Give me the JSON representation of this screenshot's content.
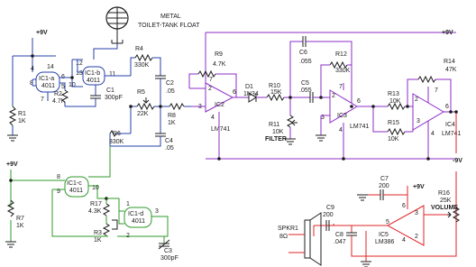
{
  "colors": {
    "oscillator_wiring": "#2440a8",
    "filter_wiring": "#8c2cc6",
    "timer_wiring": "#2f9a2a",
    "amplifier_wiring": "#e0242a",
    "components": "#1c1c1c"
  },
  "float_switch": {
    "label_line1": "METAL",
    "label_line2": "TOILET-TANK FLOAT"
  },
  "supply": {
    "pos9v": "+9V",
    "neg9v": "-9V"
  },
  "gates": {
    "ic1a": {
      "ref": "IC1-a",
      "part": "4011",
      "pins": [
        "4",
        "8",
        "14",
        "7",
        "6",
        "5"
      ]
    },
    "ic1b": {
      "ref": "IC1-b",
      "part": "4011",
      "pins": [
        "12",
        "13",
        "10",
        "11"
      ]
    },
    "ic1c": {
      "ref": "IC1-c",
      "part": "4011",
      "pins": [
        "8",
        "9",
        "10"
      ]
    },
    "ic1d": {
      "ref": "IC1-d",
      "part": "4011",
      "pins": [
        "1",
        "2",
        "3"
      ]
    }
  },
  "opamps": {
    "ic2": {
      "ref": "IC2",
      "part": "LM741",
      "pins": [
        "2",
        "3",
        "6",
        "7",
        "4"
      ]
    },
    "ic3": {
      "ref": "IC3",
      "part": "LM741",
      "pins": [
        "2",
        "3",
        "6",
        "7",
        "4"
      ]
    },
    "ic4": {
      "ref": "IC4",
      "part": "LM741",
      "pins": [
        "2",
        "3",
        "6",
        "7",
        "4"
      ]
    },
    "ic5": {
      "ref": "IC5",
      "part": "LM386",
      "pins": [
        "3",
        "2",
        "5",
        "6",
        "4"
      ]
    }
  },
  "components": {
    "r1": {
      "ref": "R1",
      "value": "1K"
    },
    "r2": {
      "ref": "R2",
      "value": "4.7K"
    },
    "r3": {
      "ref": "R3",
      "value": "1K"
    },
    "r4": {
      "ref": "R4",
      "value": "330K"
    },
    "r5": {
      "ref": "R5",
      "value": "22K"
    },
    "r6": {
      "ref": "R6",
      "value": "330K"
    },
    "r7": {
      "ref": "R7",
      "value": "1K"
    },
    "r8": {
      "ref": "R8",
      "value": "1K"
    },
    "r9": {
      "ref": "R9",
      "value": "4.7K"
    },
    "r10": {
      "ref": "R10",
      "value": "15K"
    },
    "r11": {
      "ref": "R11",
      "value": "10K",
      "label": "FILTER"
    },
    "r12": {
      "ref": "R12",
      "value": "330K"
    },
    "r13": {
      "ref": "R13",
      "value": "10K"
    },
    "r14": {
      "ref": "R14",
      "value": "47K"
    },
    "r15": {
      "ref": "R15",
      "value": "10K"
    },
    "r16": {
      "ref": "R16",
      "value": "25K",
      "label": "VOLUME"
    },
    "r17": {
      "ref": "R17",
      "value": "4.3K"
    },
    "c1": {
      "ref": "C1",
      "value": "300pF"
    },
    "c2": {
      "ref": "C2",
      "value": ".05"
    },
    "c3": {
      "ref": "C3",
      "value": "300pF"
    },
    "c4": {
      "ref": "C4",
      "value": ".05"
    },
    "c5": {
      "ref": "C5",
      "value": ".055"
    },
    "c6": {
      "ref": "C6",
      "value": ".055"
    },
    "c7": {
      "ref": "C7",
      "value": "200"
    },
    "c8": {
      "ref": "C8",
      "value": ".047"
    },
    "c9": {
      "ref": "C9",
      "value": "200"
    },
    "d1": {
      "ref": "D1",
      "value": "1N34"
    },
    "spkr1": {
      "ref": "SPKR1",
      "value": "8Ω"
    }
  }
}
